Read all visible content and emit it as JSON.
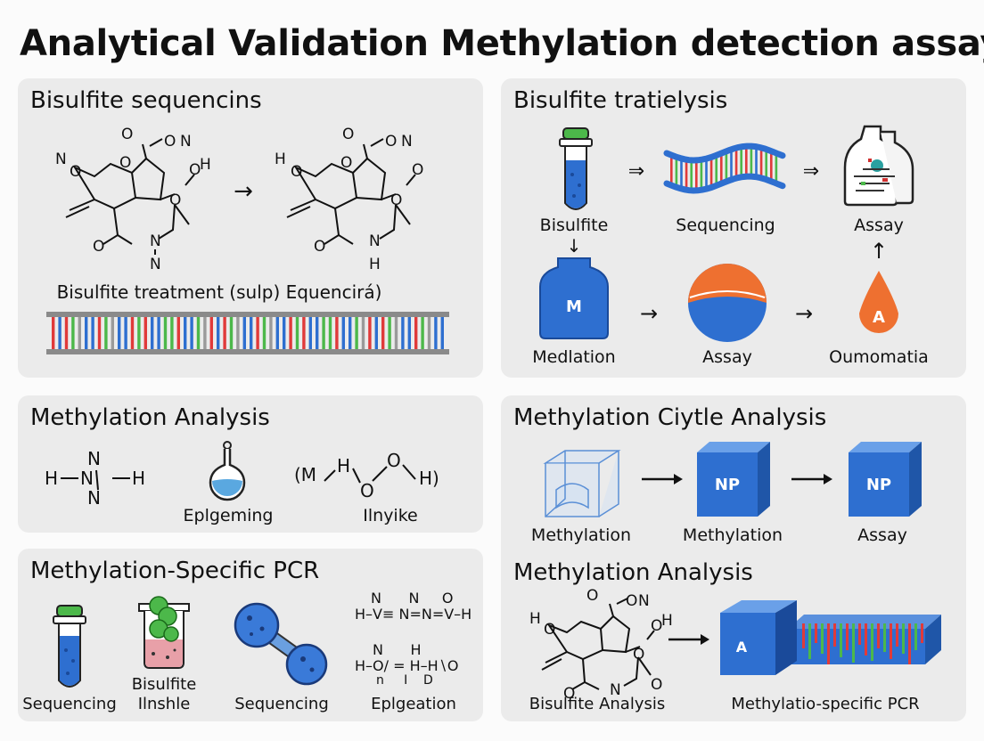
{
  "title": "Analytical Validation Methylation detection assay",
  "panels": {
    "bisulfite_sequencing": {
      "title": "Bisulfite sequencins",
      "caption": "Bisulfite treatment (sulp) Equencirá)",
      "arrow": "→",
      "left_atoms": {
        "n1": "N",
        "o_top": "O",
        "o_ring": "O",
        "o_mid": "O",
        "n_top": "N",
        "o_right": "O",
        "h_right": "H",
        "o_low": "O",
        "o_c": "O",
        "n_low": "N",
        "n_bottom": "N",
        "o_left": "O"
      },
      "right_atoms": {
        "h1": "H",
        "o_top": "O",
        "o_ring": "O",
        "o_mid": "O",
        "n_top": "N",
        "o_right": "O",
        "o_low": "O",
        "o_c": "O",
        "n_low": "N",
        "h_bottom": "H",
        "o_left": "O"
      }
    },
    "bisulfite_analysis": {
      "title": "Bisulfite tratielysis",
      "labels": {
        "bisulfite": "Bisulfite",
        "sequencing": "Sequencing",
        "assay_top": "Assay",
        "mediation": "Medlation",
        "assay_mid": "Assay",
        "oumomatia": "Oumomatia"
      },
      "jar_letter": "M",
      "drop_letter": "A",
      "arrows": {
        "double": "⇒",
        "right": "→",
        "down": "↓",
        "up": "↑"
      }
    },
    "methylation_analysis_left": {
      "title": "Methylation Analysis",
      "labels": {
        "epigeming": "Eplgeming",
        "imyike": "Ilnyike"
      },
      "formula_hnnh": {
        "h_left": "H",
        "n_top": "N",
        "n_mid": "N",
        "n_bot": "N",
        "h_right": "H"
      },
      "formula_mho": {
        "m": "(M",
        "h": "H",
        "o_top": "O",
        "o_bot": "O",
        "h_right": "H)"
      }
    },
    "cycle_analysis": {
      "title": "Methylation Ciytle Analysis",
      "cube_label": "NP",
      "labels": {
        "methylation_1": "Methylation",
        "methylation_2": "Methylation",
        "assay": "Assay"
      }
    },
    "msp": {
      "title": "Methylation-Specific PCR",
      "labels": {
        "sequencing_1": "Sequencing",
        "bisulfite": "Bisulfite",
        "inshle": "Ilnshle",
        "sequencing_2": "Sequencing",
        "epigeation": "Eplgeation"
      },
      "formula_top": "H–V≡ N=N=V–H",
      "formula_top_atoms": "N      N     O",
      "formula_bottom": "H–O∕ = H–H∖O",
      "formula_bottom_atoms_top": "N      H",
      "formula_bottom_atoms_bot": "n     I    D"
    },
    "methylation_analysis_right": {
      "title": "Methylation Analysis",
      "labels": {
        "bisulfite_analysis": "Bisulfite Analysis",
        "msp": "Methylatio-specific PCR"
      },
      "block_letter": "A",
      "atoms": {
        "h1": "H",
        "o_top": "O",
        "o_ring": "O",
        "n_top": "N",
        "o_right": "O",
        "h_right": "H",
        "o_low": "O",
        "o_c": "O",
        "n_low": "N",
        "o_left": "O"
      }
    }
  },
  "colors": {
    "panel_bg": "#ebebeb",
    "blue": "#2e6fd0",
    "green": "#4cb84a",
    "red": "#e03a3a",
    "orange": "#ee7030"
  }
}
